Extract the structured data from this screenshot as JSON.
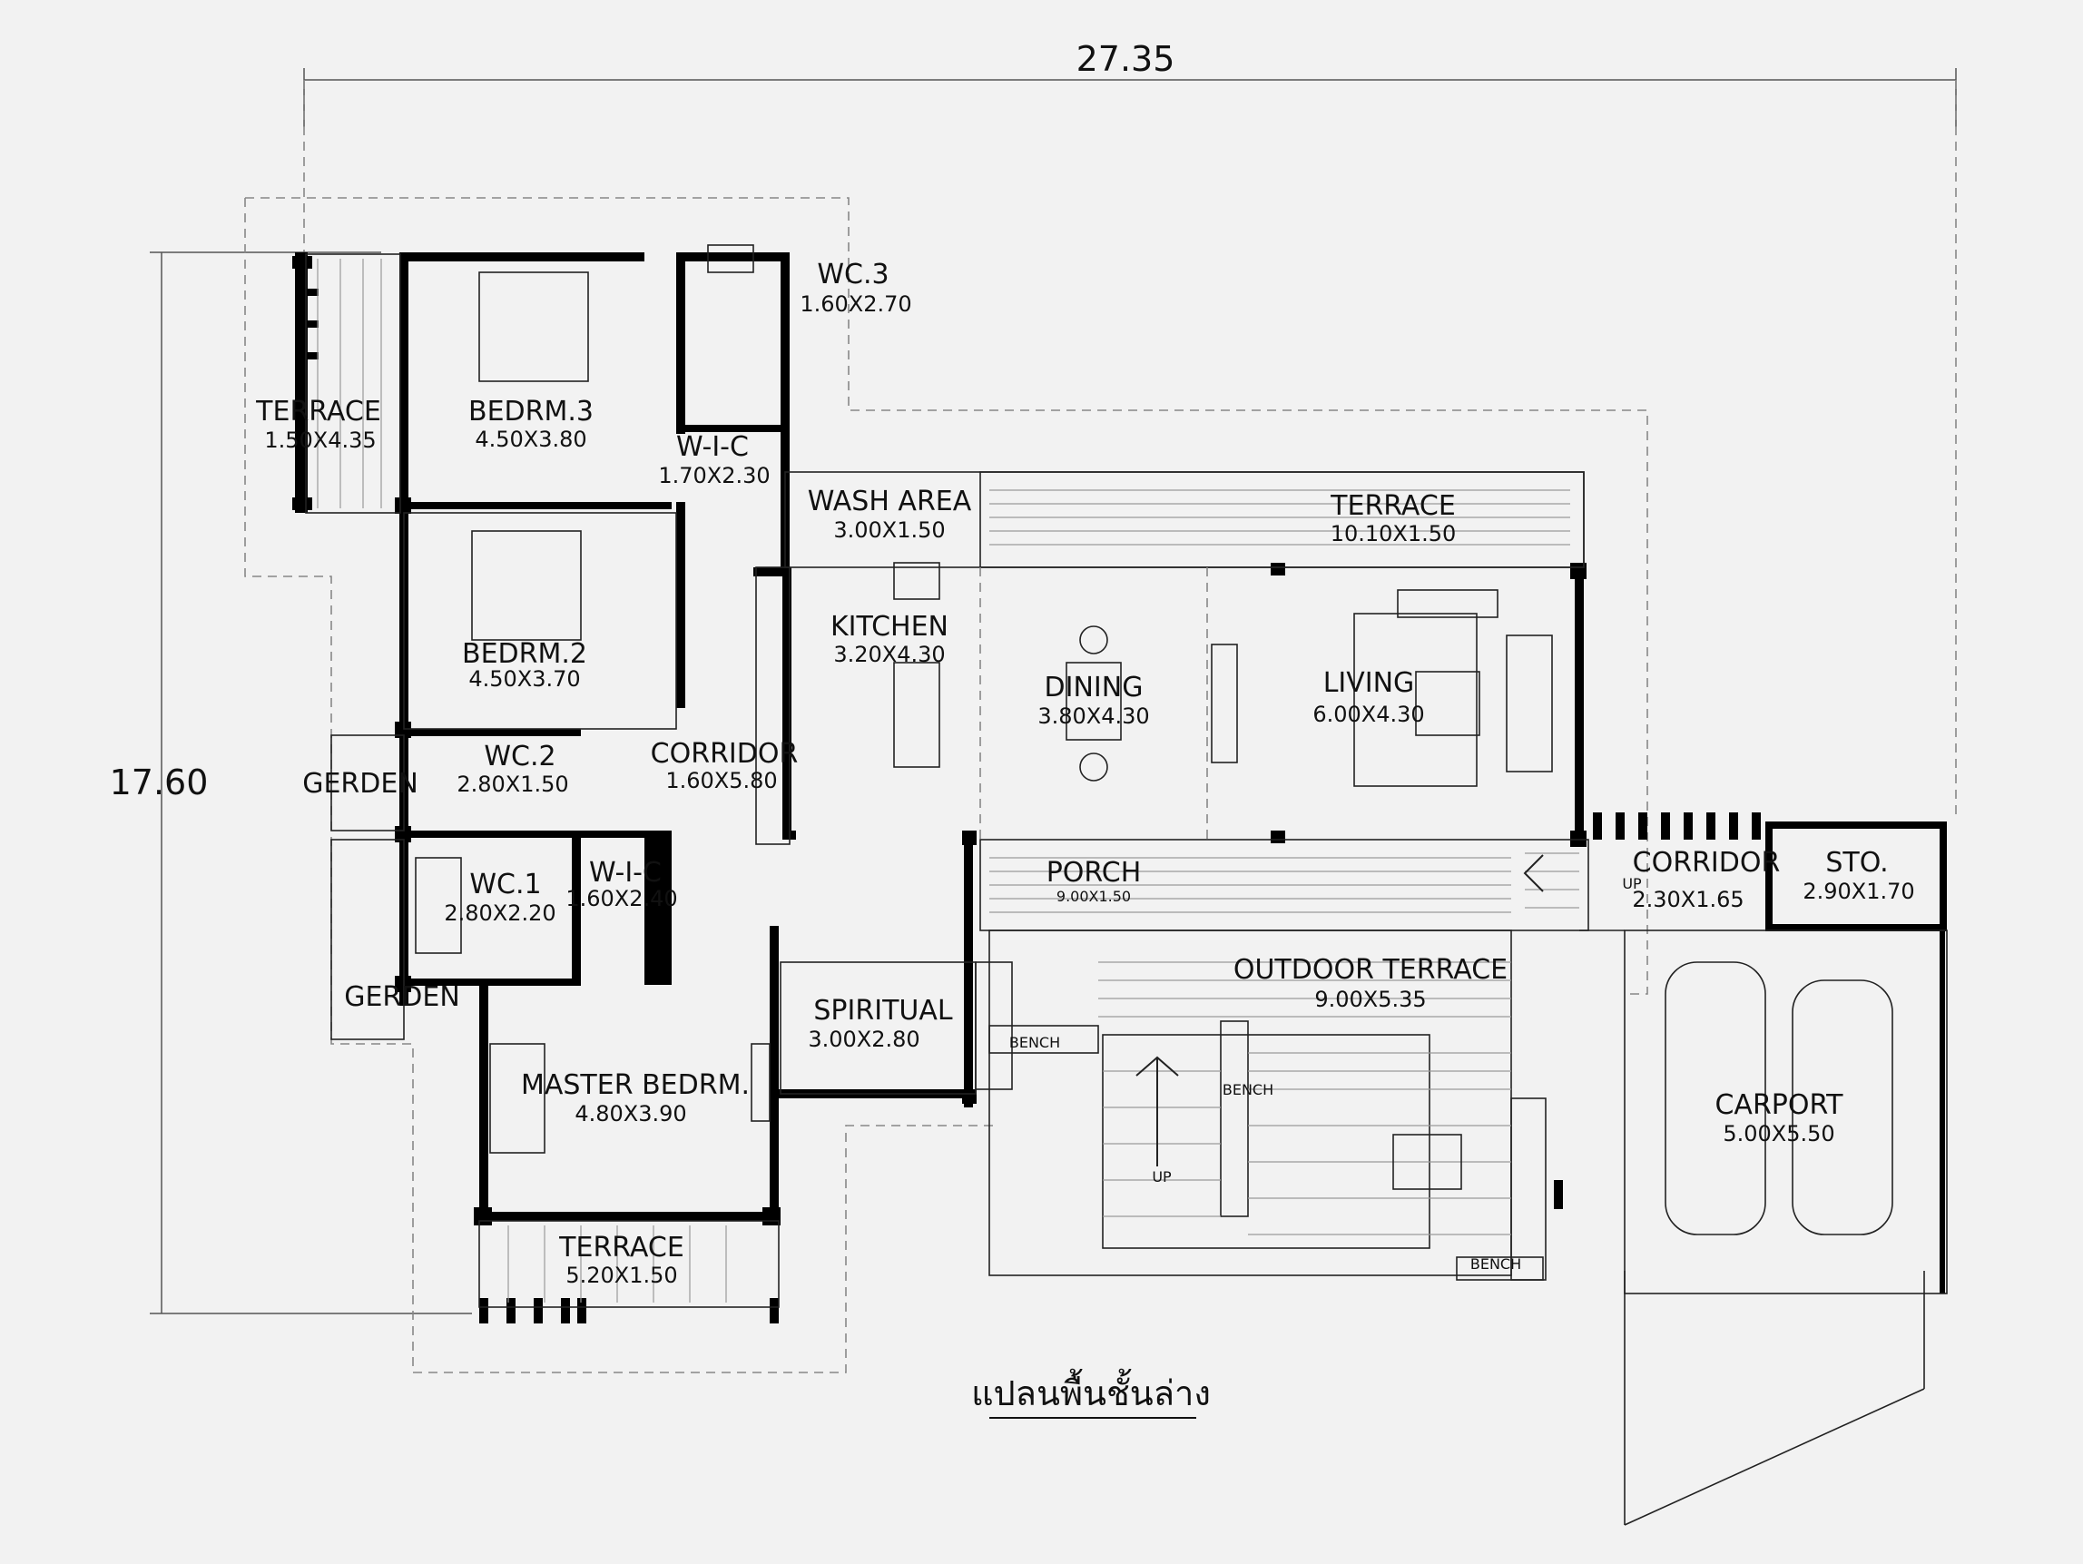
{
  "overall": {
    "width": "27.35",
    "depth": "17.60"
  },
  "title": "แปลนพื้นชั้นล่าง",
  "rooms": {
    "terrace_w": {
      "name": "TERRACE",
      "size": "1.50X4.35"
    },
    "bedrm3": {
      "name": "BEDRM.3",
      "size": "4.50X3.80"
    },
    "wc3": {
      "name": "WC.3",
      "size": "1.60X2.70"
    },
    "wic_top": {
      "name": "W-I-C",
      "size": "1.70X2.30"
    },
    "wash": {
      "name": "WASH AREA",
      "size": "3.00X1.50"
    },
    "terrace_n": {
      "name": "TERRACE",
      "size": "10.10X1.50"
    },
    "bedrm2": {
      "name": "BEDRM.2",
      "size": "4.50X3.70"
    },
    "kitchen": {
      "name": "KITCHEN",
      "size": "3.20X4.30"
    },
    "dining": {
      "name": "DINING",
      "size": "3.80X4.30"
    },
    "living": {
      "name": "LIVING",
      "size": "6.00X4.30"
    },
    "wc2": {
      "name": "WC.2",
      "size": "2.80X1.50"
    },
    "corridor_c": {
      "name": "CORRIDOR",
      "size": "1.60X5.80"
    },
    "gerden1": {
      "name": "GERDEN"
    },
    "wc1": {
      "name": "WC.1",
      "size": "2.80X2.20"
    },
    "wic_mid": {
      "name": "W-I-C",
      "size": "1.60X2.40"
    },
    "gerden2": {
      "name": "GERDEN"
    },
    "porch": {
      "name": "PORCH",
      "size": "9.00X1.50"
    },
    "corridor_e": {
      "name": "CORRIDOR",
      "size": "2.30X1.65"
    },
    "sto": {
      "name": "STO.",
      "size": "2.90X1.70"
    },
    "outdoor": {
      "name": "OUTDOOR TERRACE",
      "size": "9.00X5.35"
    },
    "spiritual": {
      "name": "SPIRITUAL",
      "size": "3.00X2.80"
    },
    "master": {
      "name": "MASTER BEDRM.",
      "size": "4.80X3.90"
    },
    "carport": {
      "name": "CARPORT",
      "size": "5.00X5.50"
    },
    "terrace_s": {
      "name": "TERRACE",
      "size": "5.20X1.50"
    }
  },
  "annotations": {
    "bench": "BENCH",
    "up": "UP"
  }
}
